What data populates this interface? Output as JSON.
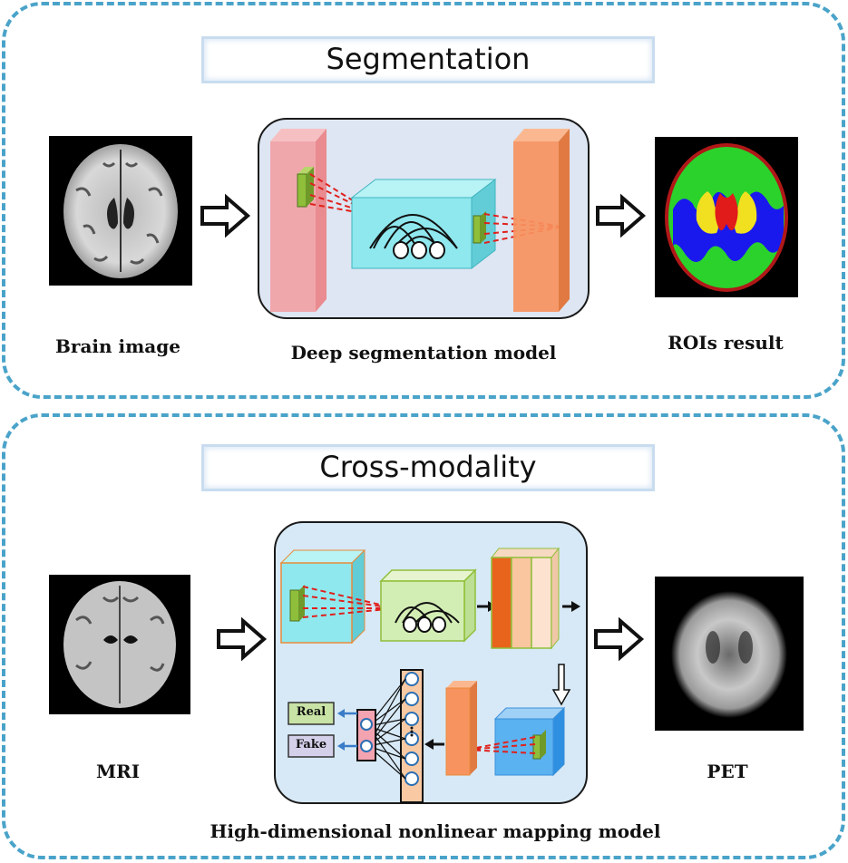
{
  "segmentation": {
    "title": "Segmentation",
    "input_label": "Brain image",
    "model_label": "Deep segmentation model",
    "output_label": "ROIs result"
  },
  "cross_modality": {
    "title": "Cross-modality",
    "input_label": "MRI",
    "model_label": "High-dimensional nonlinear mapping model",
    "output_label": "PET",
    "discriminator": {
      "real_label": "Real",
      "fake_label": "Fake"
    }
  },
  "colors": {
    "panel_border": "#4aa3c9",
    "model_bg": "#dde6f2",
    "cube_cyan": "#8fe8ee",
    "plane_pink": "#f2a0a4",
    "plane_orange": "#f7935e",
    "dashed_red": "#e0201c"
  }
}
